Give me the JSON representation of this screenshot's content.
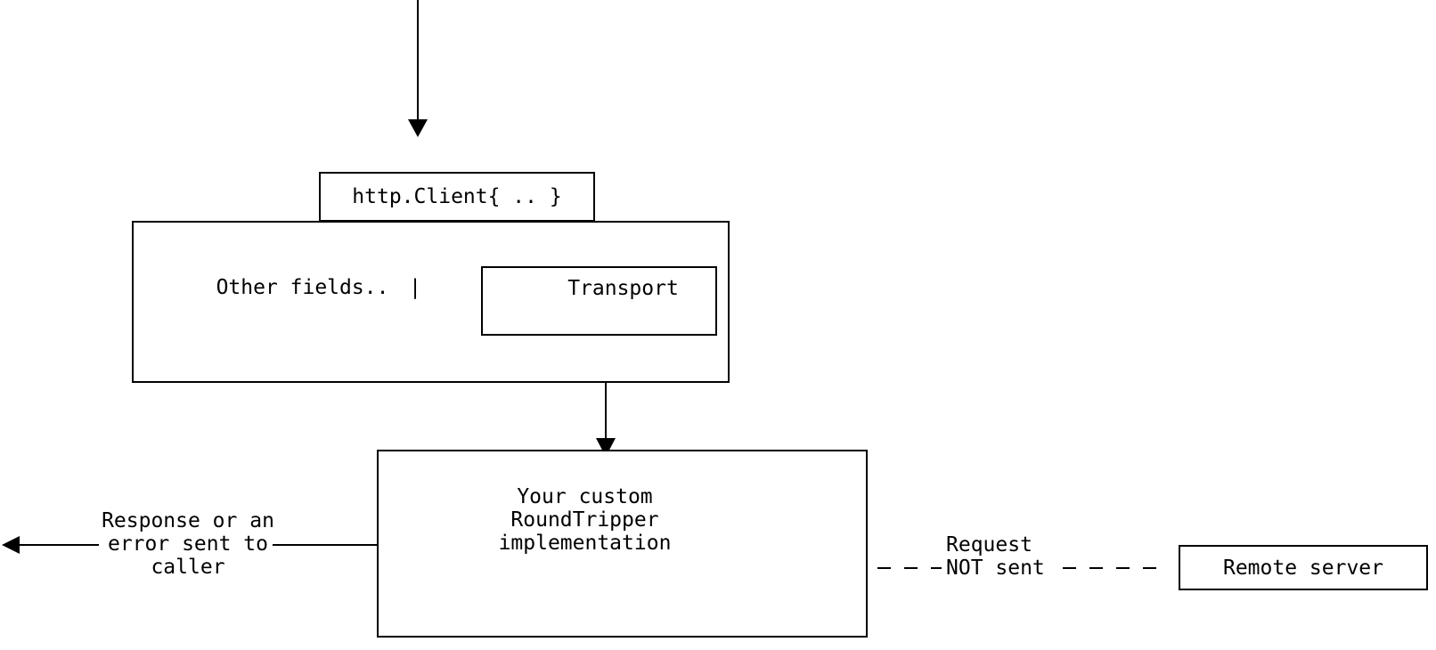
{
  "diagram": {
    "colors": {
      "stroke": "#000000",
      "background": "#ffffff"
    },
    "nodes": {
      "http_client": {
        "label": "http.Client{ .. }"
      },
      "other_fields": {
        "label": "Other fields..",
        "separator": "|"
      },
      "transport": {
        "label": "Transport"
      },
      "roundtripper": {
        "lines": [
          "Your custom",
          "RoundTripper",
          "implementation"
        ]
      },
      "remote_server": {
        "label": "Remote server"
      }
    },
    "labels": {
      "response": {
        "lines": [
          "Response or an",
          "error sent to",
          "caller"
        ]
      },
      "request": {
        "lines": [
          "Request",
          "NOT sent"
        ]
      }
    }
  }
}
